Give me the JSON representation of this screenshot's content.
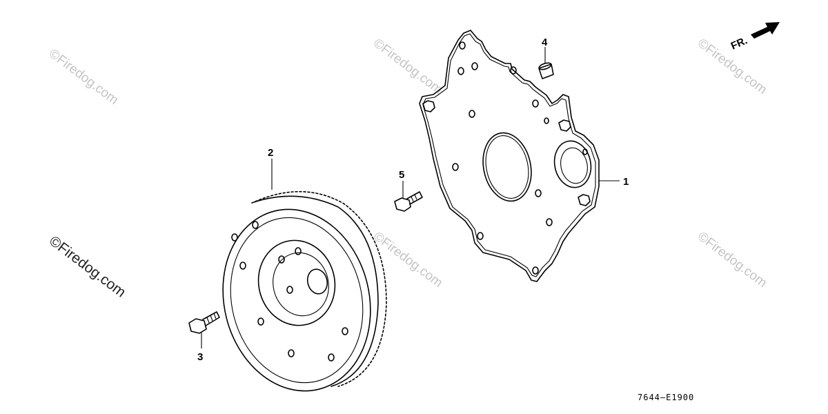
{
  "callouts": [
    "1",
    "2",
    "3",
    "4",
    "5"
  ],
  "direction_label": "FR.",
  "diagram_code": "7644–E1900",
  "watermark": "©Firedog.com",
  "colors": {
    "line": "#000000",
    "watermark": "#c4c4c4",
    "background": "#ffffff"
  },
  "icons": [
    "front-direction-arrow-icon"
  ]
}
